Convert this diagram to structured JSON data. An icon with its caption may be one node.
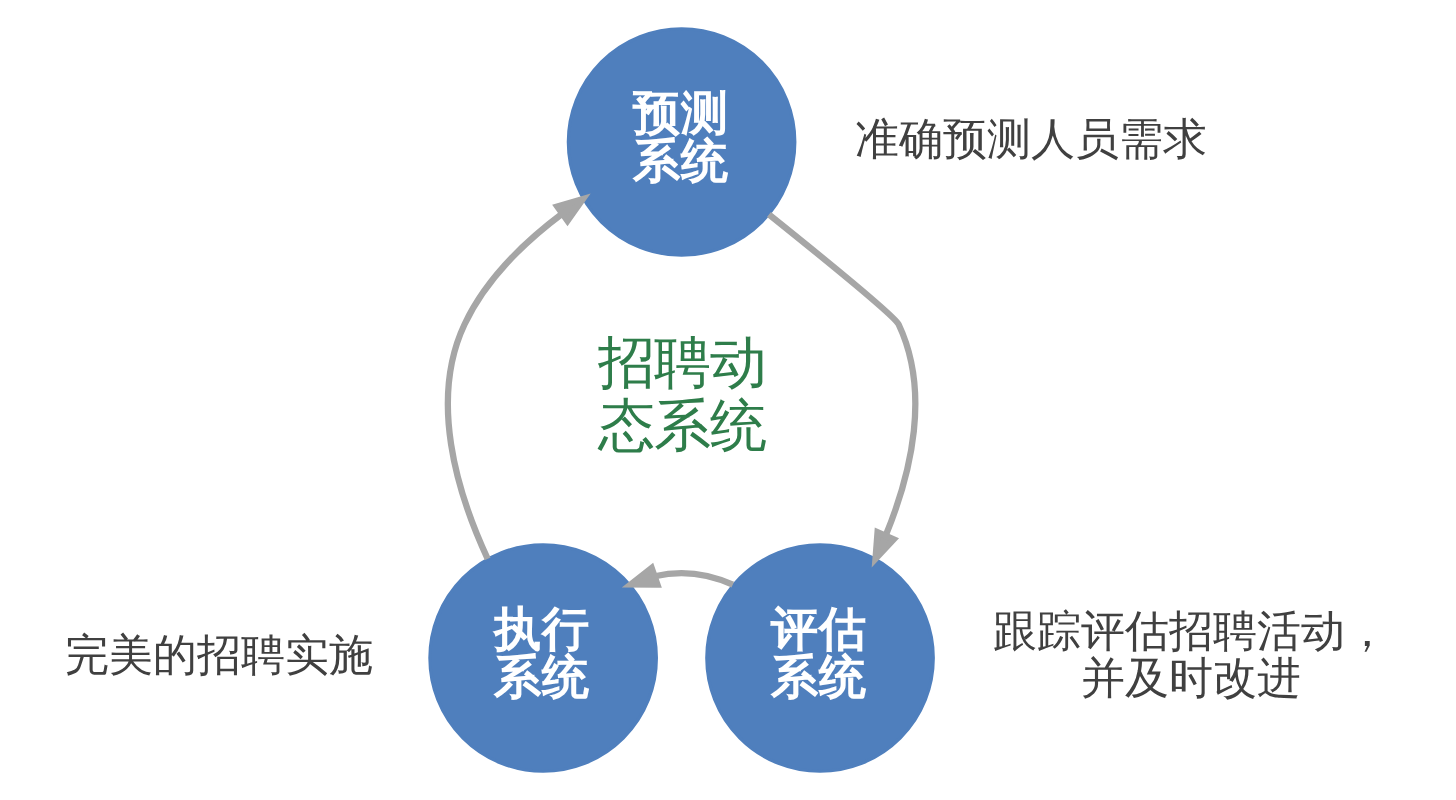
{
  "diagram": {
    "nodes": [
      {
        "text": [
          "预测系统"
        ],
        "beside": [
          "准确预测人员需求"
        ]
      },
      {
        "text": [
          "执行系统"
        ],
        "beside": [
          "完美的招聘实施"
        ]
      },
      {
        "text": [
          "评估系统"
        ],
        "beside": [
          "跟踪评估招聘活动，并及时改进"
        ]
      }
    ],
    "edges": [
      {
        "from": 1,
        "to": 0,
        "arrow": "to"
      },
      {
        "from": 0,
        "to": 2,
        "arrow": "to"
      },
      {
        "from": 2,
        "to": 1,
        "arrow": "to"
      }
    ],
    "labels": [
      "招聘动态系统"
    ]
  }
}
